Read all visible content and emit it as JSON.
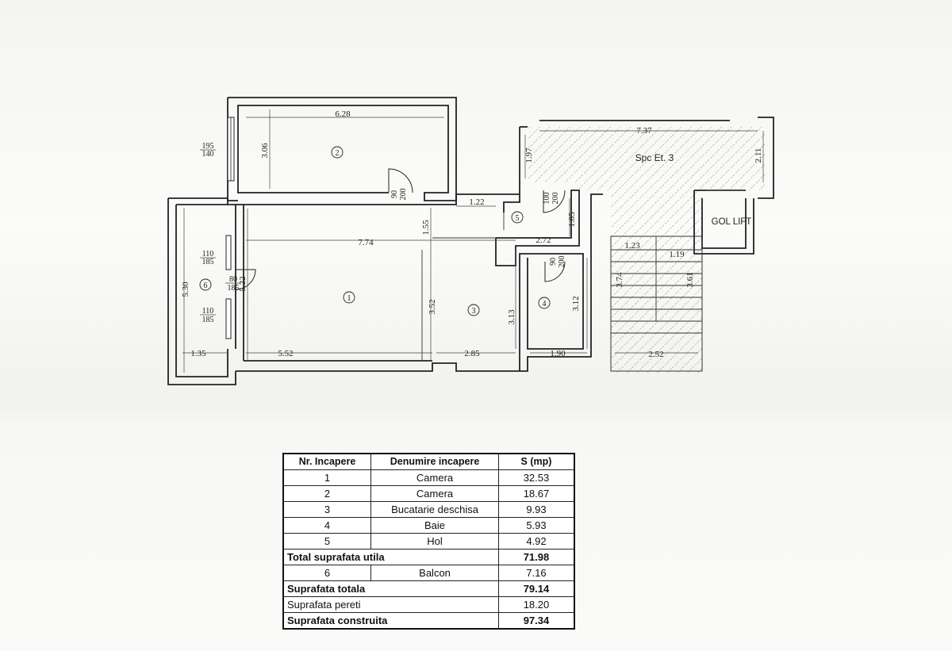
{
  "plan": {
    "labels": {
      "staircase": "Spc Et. 3",
      "lift": "GOL LIFT"
    },
    "rooms": [
      "1",
      "2",
      "3",
      "4",
      "5",
      "6"
    ],
    "dimensions": {
      "d_628": "6.28",
      "d_306": "3.06",
      "d_774": "7.74",
      "d_155": "1.55",
      "d_122": "1.22",
      "d_185": "1.85",
      "d_272": "2.72",
      "d_522": "5.22",
      "d_552": "5.52",
      "d_352": "3.52",
      "d_313": "3.13",
      "d_285": "2.85",
      "d_312": "3.12",
      "d_190": "1.90",
      "d_530": "5.30",
      "d_135": "1.35",
      "d_737": "7.37",
      "d_197": "1.97",
      "d_211": "2.11",
      "d_123": "1.23",
      "d_119": "1.19",
      "d_374": "3.74",
      "d_361": "3.61",
      "d_252": "2.52"
    },
    "openings": {
      "win_top": [
        "195",
        "140"
      ],
      "win_balcony_top": [
        "110",
        "185"
      ],
      "win_balcony_bottom": [
        "110",
        "185"
      ],
      "door_balcony": [
        "80",
        "185"
      ],
      "door_room2": [
        "90",
        "200"
      ],
      "door_entry": [
        "100",
        "200"
      ],
      "door_bath": [
        "90",
        "200"
      ]
    }
  },
  "table": {
    "headers": [
      "Nr. Incapere",
      "Denumire incapere",
      "S (mp)"
    ],
    "rows": [
      {
        "nr": "1",
        "name": "Camera",
        "area": "32.53"
      },
      {
        "nr": "2",
        "name": "Camera",
        "area": "18.67"
      },
      {
        "nr": "3",
        "name": "Bucatarie deschisa",
        "area": "9.93"
      },
      {
        "nr": "4",
        "name": "Baie",
        "area": "5.93"
      },
      {
        "nr": "5",
        "name": "Hol",
        "area": "4.92"
      }
    ],
    "total_useful": {
      "label": "Total suprafata utila",
      "area": "71.98"
    },
    "balcony": {
      "nr": "6",
      "name": "Balcon",
      "area": "7.16"
    },
    "total_area": {
      "label": "Suprafata totala",
      "area": "79.14"
    },
    "walls_area": {
      "label": "Suprafata pereti",
      "area": "18.20"
    },
    "built_area": {
      "label": "Suprafata construita",
      "area": "97.34"
    }
  }
}
